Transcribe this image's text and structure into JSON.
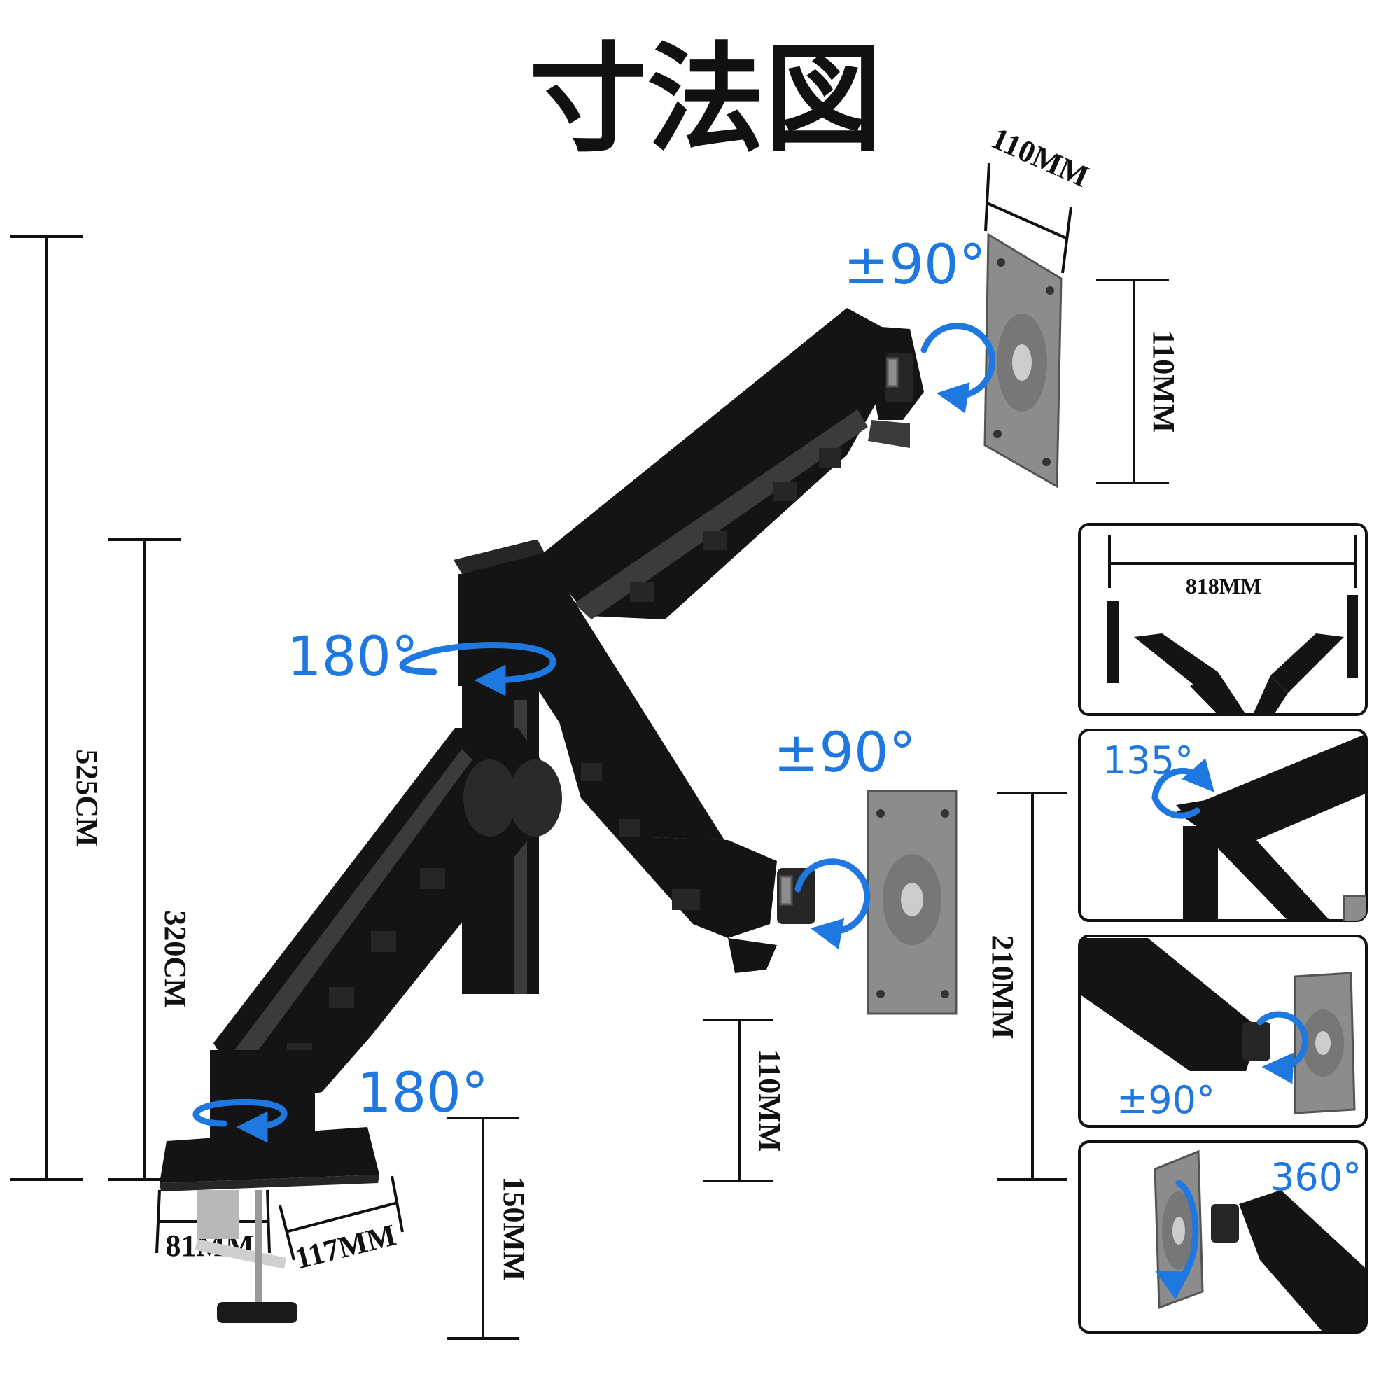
{
  "title": "寸法図",
  "dimensions": {
    "plate_width": "110MM",
    "plate_height": "110MM",
    "total_height": "525CM",
    "pole_height": "320CM",
    "lower_height": "110MM",
    "clamp_height": "150MM",
    "side_height": "210MM",
    "clamp_width": "81MM",
    "base_width": "117MM",
    "span_width": "818MM"
  },
  "angles": {
    "top_plate": "±90°",
    "lower_plate": "±90°",
    "pole_joint": "180°",
    "base_joint": "180°",
    "detail_tilt": "135°",
    "detail_swivel": "±90°",
    "detail_rotate": "360°"
  },
  "colors": {
    "accent": "#1f78e0",
    "arm": "#141414",
    "plate": "#8c8c8c"
  }
}
